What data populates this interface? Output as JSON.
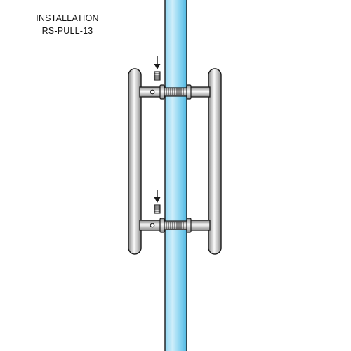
{
  "header": {
    "title_line1": "INSTALLATION",
    "title_line2": "RS-PULL-13"
  },
  "diagram": {
    "mounting_points": 2,
    "markers": [
      "arrow-down-icon",
      "set-screw-icon"
    ],
    "colors": {
      "glass_light": "#cfeefa",
      "glass_mid": "#8fd6f2",
      "glass_dark": "#4fb8e2",
      "steel_light": "#fafafa",
      "steel_mid": "#c9c9c9",
      "steel_dark": "#8a8a8a",
      "outline": "#1a1a1a"
    }
  }
}
